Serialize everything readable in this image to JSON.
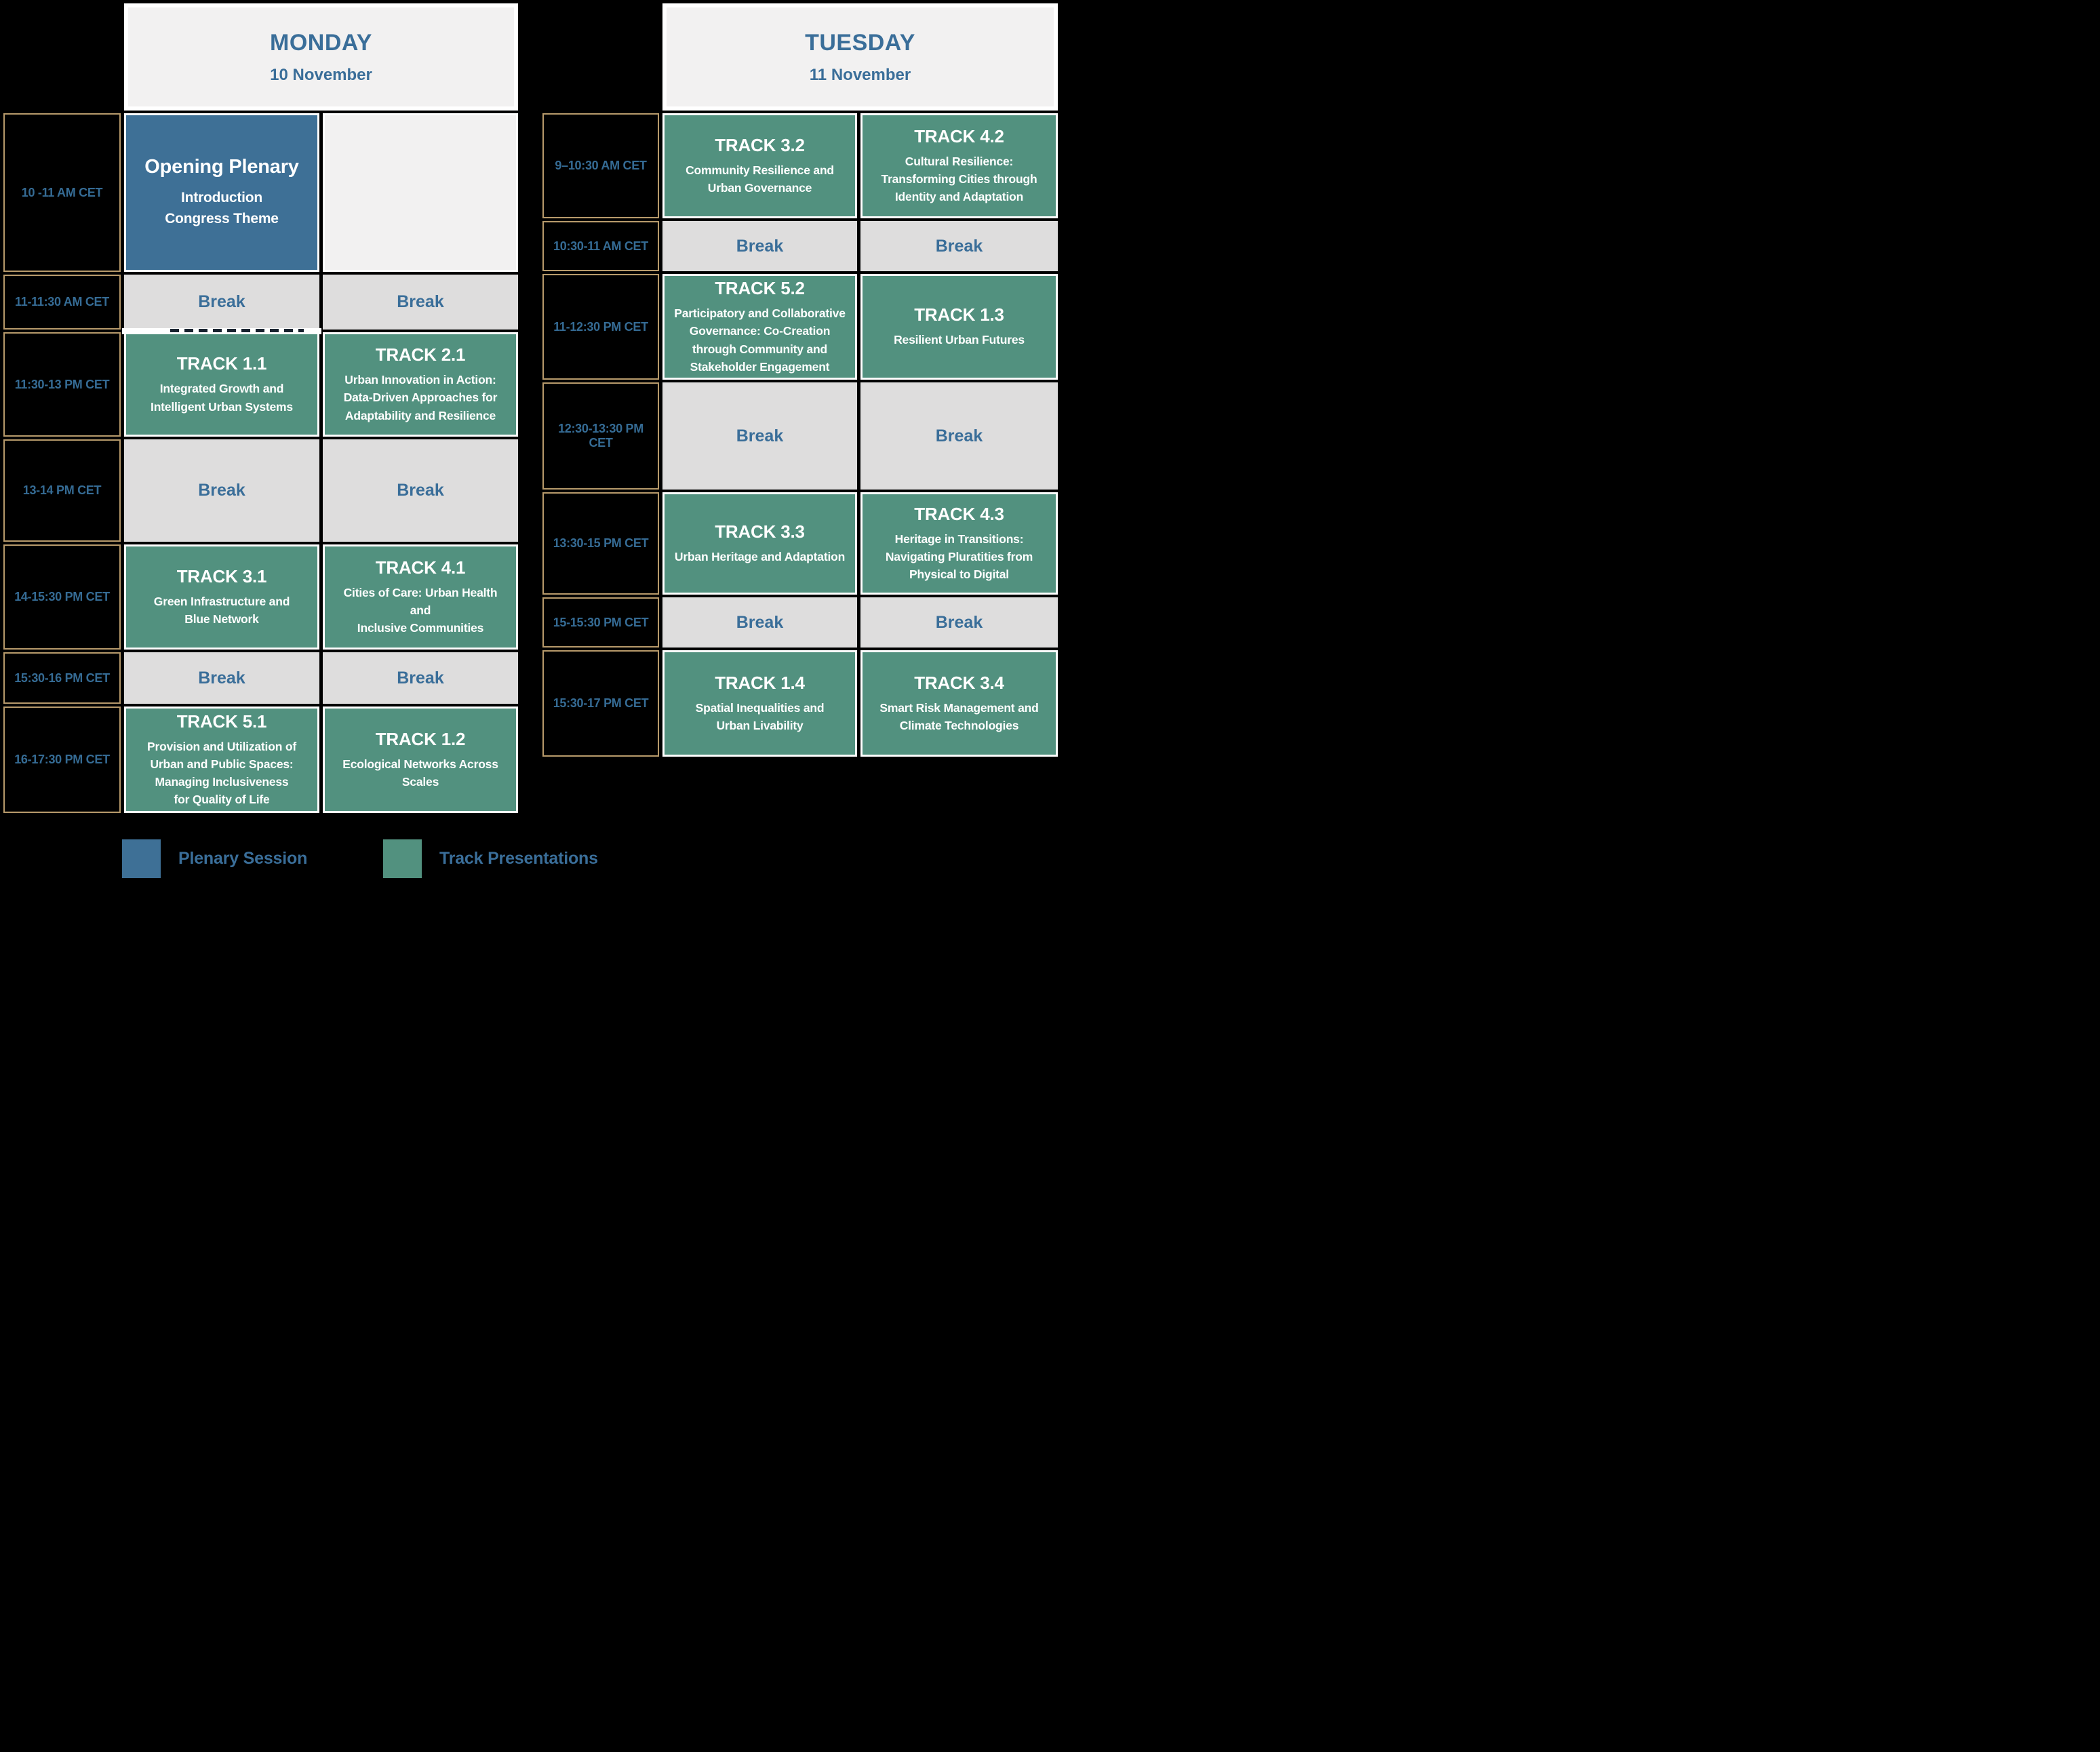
{
  "colors": {
    "plenary": "#3E7096",
    "track": "#52917F",
    "break_bg": "#DEDDDD",
    "header_bg": "#F2F1F1",
    "accent_text": "#3A6E99",
    "time_border": "#B79A6B",
    "background": "#000000"
  },
  "legend": {
    "plenary_label": "Plenary Session",
    "track_label": "Track Presentations"
  },
  "days": [
    {
      "name": "MONDAY",
      "date": "10 November",
      "rows": [
        {
          "time": "10 -11 AM CET",
          "cells": [
            {
              "type": "plenary",
              "title": "Opening Plenary",
              "subtitle": "Introduction\nCongress Theme"
            },
            {
              "type": "empty"
            }
          ]
        },
        {
          "time": "11-11:30 AM CET",
          "cells": [
            {
              "type": "break",
              "label": "Break"
            },
            {
              "type": "break",
              "label": "Break"
            }
          ]
        },
        {
          "time": "11:30-13 PM CET",
          "cells": [
            {
              "type": "track",
              "title": "TRACK 1.1",
              "subtitle": "Integrated Growth and\nIntelligent Urban Systems"
            },
            {
              "type": "track",
              "title": "TRACK 2.1",
              "subtitle": "Urban Innovation in Action:\nData-Driven Approaches for\nAdaptability and Resilience"
            }
          ]
        },
        {
          "time": "13-14 PM CET",
          "cells": [
            {
              "type": "break",
              "label": "Break"
            },
            {
              "type": "break",
              "label": "Break"
            }
          ]
        },
        {
          "time": "14-15:30 PM CET",
          "cells": [
            {
              "type": "track",
              "title": "TRACK 3.1",
              "subtitle": "Green Infrastructure and\nBlue Network"
            },
            {
              "type": "track",
              "title": "TRACK 4.1",
              "subtitle": "Cities of Care: Urban Health and\nInclusive Communities"
            }
          ]
        },
        {
          "time": "15:30-16 PM CET",
          "cells": [
            {
              "type": "break",
              "label": "Break"
            },
            {
              "type": "break",
              "label": "Break"
            }
          ]
        },
        {
          "time": "16-17:30 PM CET",
          "cells": [
            {
              "type": "track",
              "title": "TRACK 5.1",
              "subtitle": "Provision and Utilization of\nUrban and Public Spaces:\nManaging Inclusiveness\nfor Quality of Life"
            },
            {
              "type": "track",
              "title": "TRACK 1.2",
              "subtitle": "Ecological Networks Across\nScales"
            }
          ]
        }
      ]
    },
    {
      "name": "TUESDAY",
      "date": "11 November",
      "rows": [
        {
          "time": "9–10:30 AM CET",
          "cells": [
            {
              "type": "track",
              "title": "TRACK 3.2",
              "subtitle": "Community Resilience and\nUrban Governance"
            },
            {
              "type": "track",
              "title": "TRACK 4.2",
              "subtitle": "Cultural Resilience:\nTransforming Cities through\nIdentity and Adaptation"
            }
          ]
        },
        {
          "time": "10:30-11 AM CET",
          "cells": [
            {
              "type": "break",
              "label": "Break"
            },
            {
              "type": "break",
              "label": "Break"
            }
          ]
        },
        {
          "time": "11-12:30 PM CET",
          "cells": [
            {
              "type": "track",
              "title": "TRACK 5.2",
              "subtitle": "Participatory and Collaborative\nGovernance: Co-Creation\nthrough Community and\nStakeholder Engagement"
            },
            {
              "type": "track",
              "title": "TRACK 1.3",
              "subtitle": "Resilient Urban Futures"
            }
          ]
        },
        {
          "time": "12:30-13:30 PM CET",
          "cells": [
            {
              "type": "break",
              "label": "Break"
            },
            {
              "type": "break",
              "label": "Break"
            }
          ]
        },
        {
          "time": "13:30-15 PM CET",
          "cells": [
            {
              "type": "track",
              "title": "TRACK 3.3",
              "subtitle": "Urban Heritage and Adaptation"
            },
            {
              "type": "track",
              "title": "TRACK 4.3",
              "subtitle": "Heritage in Transitions:\nNavigating Pluratities from\nPhysical to Digital"
            }
          ]
        },
        {
          "time": "15-15:30 PM CET",
          "cells": [
            {
              "type": "break",
              "label": "Break"
            },
            {
              "type": "break",
              "label": "Break"
            }
          ]
        },
        {
          "time": "15:30-17 PM CET",
          "cells": [
            {
              "type": "track",
              "title": "TRACK 1.4",
              "subtitle": "Spatial Inequalities and\nUrban Livability"
            },
            {
              "type": "track",
              "title": "TRACK 3.4",
              "subtitle": "Smart Risk Management and\nClimate Technologies"
            }
          ]
        }
      ]
    }
  ]
}
